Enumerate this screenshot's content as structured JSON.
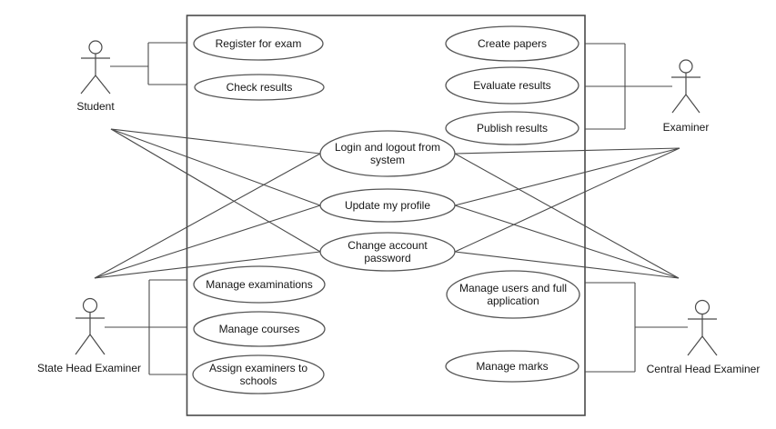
{
  "diagram": {
    "kind": "UML use case diagram",
    "colors": {
      "background": "#ffffff",
      "stroke": "#4a4a4a",
      "text": "#161616"
    },
    "actors": [
      {
        "label": "Student"
      },
      {
        "label": "Examiner"
      },
      {
        "label": "State Head Examiner"
      },
      {
        "label": "Central Head Examiner"
      }
    ],
    "use_cases": [
      {
        "label": "Register for exam"
      },
      {
        "label": "Check results"
      },
      {
        "label": "Create papers"
      },
      {
        "label": "Evaluate results"
      },
      {
        "label": "Publish results"
      },
      {
        "label": "Login and logout from\nsystem"
      },
      {
        "label": "Update my profile"
      },
      {
        "label": "Change account\npassword"
      },
      {
        "label": "Manage examinations"
      },
      {
        "label": "Manage courses"
      },
      {
        "label": "Assign examiners to\nschools"
      },
      {
        "label": "Manage users and full\napplication"
      },
      {
        "label": "Manage marks"
      }
    ],
    "associations": [
      {
        "actor": "Student",
        "use_case": "Register for exam"
      },
      {
        "actor": "Student",
        "use_case": "Check results"
      },
      {
        "actor": "Student",
        "use_case": "Login and logout from system"
      },
      {
        "actor": "Student",
        "use_case": "Update my profile"
      },
      {
        "actor": "Student",
        "use_case": "Change account password"
      },
      {
        "actor": "Examiner",
        "use_case": "Create papers"
      },
      {
        "actor": "Examiner",
        "use_case": "Evaluate results"
      },
      {
        "actor": "Examiner",
        "use_case": "Publish results"
      },
      {
        "actor": "Examiner",
        "use_case": "Login and logout from system"
      },
      {
        "actor": "Examiner",
        "use_case": "Update my profile"
      },
      {
        "actor": "Examiner",
        "use_case": "Change account password"
      },
      {
        "actor": "State Head Examiner",
        "use_case": "Manage examinations"
      },
      {
        "actor": "State Head Examiner",
        "use_case": "Manage courses"
      },
      {
        "actor": "State Head Examiner",
        "use_case": "Assign examiners to schools"
      },
      {
        "actor": "State Head Examiner",
        "use_case": "Login and logout from system"
      },
      {
        "actor": "State Head Examiner",
        "use_case": "Update my profile"
      },
      {
        "actor": "State Head Examiner",
        "use_case": "Change account password"
      },
      {
        "actor": "Central Head Examiner",
        "use_case": "Manage users and full application"
      },
      {
        "actor": "Central Head Examiner",
        "use_case": "Manage marks"
      },
      {
        "actor": "Central Head Examiner",
        "use_case": "Login and logout from system"
      },
      {
        "actor": "Central Head Examiner",
        "use_case": "Update my profile"
      },
      {
        "actor": "Central Head Examiner",
        "use_case": "Change account password"
      }
    ]
  }
}
